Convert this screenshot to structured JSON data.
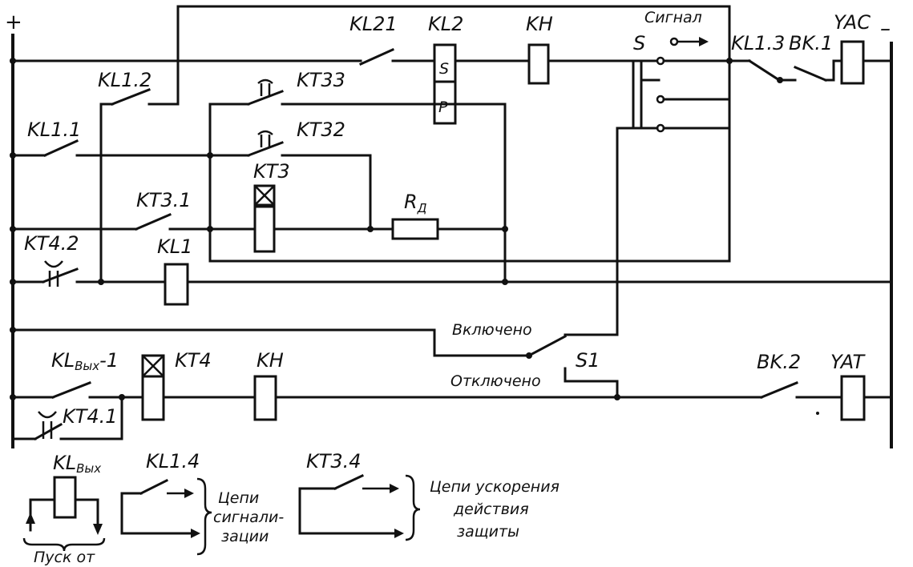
{
  "polarity": {
    "plus": "+",
    "minus": "–"
  },
  "labels": {
    "kl21": "KL21",
    "kl2": "KL2",
    "kl2_s": "S",
    "kl2_p": "P",
    "kh_top": "KH",
    "signal": "Сигнал",
    "switch_s": "S",
    "kl13": "KL1.3",
    "vk1": "BK.1",
    "yac": "YAC",
    "kl12": "KL1.2",
    "kt33": "KT33",
    "kl11": "KL1.1",
    "kt32": "KT32",
    "kt3": "KT3",
    "kt31": "KT3.1",
    "rd_main": "R",
    "rd_sub": "Д",
    "kt42": "KT4.2",
    "kl1": "KL1",
    "vklyucheno": "Включено",
    "s1": "S1",
    "otklyucheno": "Отключено",
    "klvyh1_main": "KL",
    "klvyh1_sub": "Вых",
    "klvyh1_suffix": "-1",
    "kt4": "KT4",
    "kh_bottom": "KH",
    "vk2": "BK.2",
    "yat": "YAT",
    "kt41": "KT4.1"
  },
  "legend": {
    "klvyh_main": "KL",
    "klvyh_sub": "Вых",
    "pusk_ot": "Пуск от",
    "kl14": "KL1.4",
    "signal_circuits": [
      "Цепи",
      "сигнали-",
      "зации"
    ],
    "kt34": "KT3.4",
    "acceleration_circuits": [
      "Цепи ускорения",
      "действия",
      "защиты"
    ]
  }
}
